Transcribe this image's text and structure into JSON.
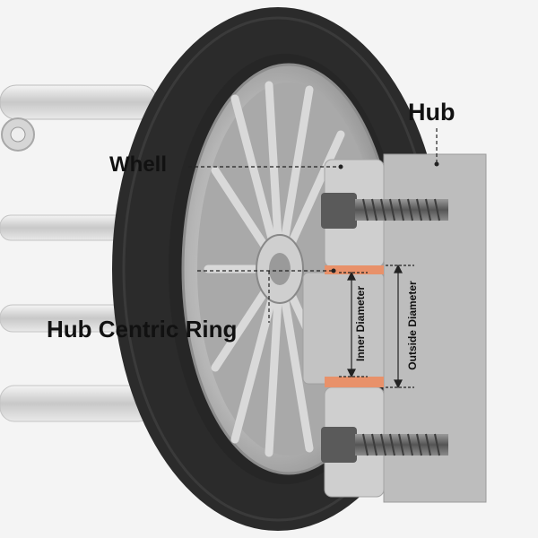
{
  "labels": {
    "hub": "Hub",
    "wheel": "Whell",
    "hub_centric_ring": "Hub Centric Ring",
    "inner_diameter": "Inner Diameter",
    "outside_diameter": "Outside Diameter"
  },
  "colors": {
    "ring": "#e8916a",
    "hub": "#b9b9b9",
    "tire": "#2a2a2a",
    "rim": "#c9c9c9",
    "background": "#eeeeee"
  }
}
